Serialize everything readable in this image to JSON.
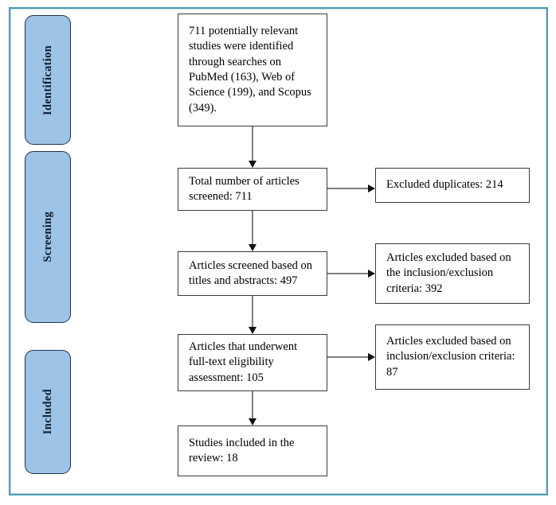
{
  "diagram": {
    "type": "prisma-flow-diagram",
    "frame_color": "#4E9BB0",
    "stage_pill_color": "#9DC3E6",
    "box_border_color": "#3A3A3A",
    "arrow_color": "#808080"
  },
  "stages": [
    {
      "label": "Identification"
    },
    {
      "label": "Screening"
    },
    {
      "label": "Included"
    }
  ],
  "main_boxes": [
    {
      "text": "711 potentially relevant studies were identified through searches on PubMed (163), Web of Science (199), and Scopus (349)."
    },
    {
      "text": "Total number of articles screened: 711"
    },
    {
      "text": "Articles screened based on titles and abstracts: 497"
    },
    {
      "text": "Articles that underwent full-text eligibility assessment: 105"
    },
    {
      "text": "Studies included in the review: 18"
    }
  ],
  "excluded_boxes": [
    {
      "text": "Excluded duplicates: 214"
    },
    {
      "text": "Articles excluded based on the inclusion/exclusion criteria: 392"
    },
    {
      "text": "Articles excluded based on inclusion/exclusion criteria: 87"
    }
  ],
  "chart_data": {
    "type": "diagram",
    "title": "PRISMA study selection flow diagram",
    "nodes": [
      {
        "id": "records_identified",
        "stage": "Identification",
        "label": "711 potentially relevant studies were identified through searches on PubMed (163), Web of Science (199), and Scopus (349).",
        "value": 711
      },
      {
        "id": "articles_screened_total",
        "stage": "Screening",
        "label": "Total number of articles screened: 711",
        "value": 711
      },
      {
        "id": "duplicates_excluded",
        "stage": "Screening",
        "label": "Excluded duplicates: 214",
        "value": 214
      },
      {
        "id": "title_abstract_screened",
        "stage": "Screening",
        "label": "Articles screened based on titles and abstracts: 497",
        "value": 497
      },
      {
        "id": "title_abstract_excluded",
        "stage": "Screening",
        "label": "Articles excluded based on the inclusion/exclusion criteria: 392",
        "value": 392
      },
      {
        "id": "fulltext_assessed",
        "stage": "Screening",
        "label": "Articles that underwent full-text eligibility assessment: 105",
        "value": 105
      },
      {
        "id": "fulltext_excluded",
        "stage": "Screening",
        "label": "Articles excluded based on inclusion/exclusion criteria: 87",
        "value": 87
      },
      {
        "id": "studies_included",
        "stage": "Included",
        "label": "Studies included in the review: 18",
        "value": 18
      }
    ],
    "edges": [
      {
        "from": "records_identified",
        "to": "articles_screened_total",
        "direction": "down"
      },
      {
        "from": "articles_screened_total",
        "to": "duplicates_excluded",
        "direction": "right"
      },
      {
        "from": "articles_screened_total",
        "to": "title_abstract_screened",
        "direction": "down"
      },
      {
        "from": "title_abstract_screened",
        "to": "title_abstract_excluded",
        "direction": "right"
      },
      {
        "from": "title_abstract_screened",
        "to": "fulltext_assessed",
        "direction": "down"
      },
      {
        "from": "fulltext_assessed",
        "to": "fulltext_excluded",
        "direction": "right"
      },
      {
        "from": "fulltext_assessed",
        "to": "studies_included",
        "direction": "down"
      }
    ],
    "sources": [
      {
        "name": "PubMed",
        "count": 163
      },
      {
        "name": "Web of Science",
        "count": 199
      },
      {
        "name": "Scopus",
        "count": 349
      }
    ]
  }
}
